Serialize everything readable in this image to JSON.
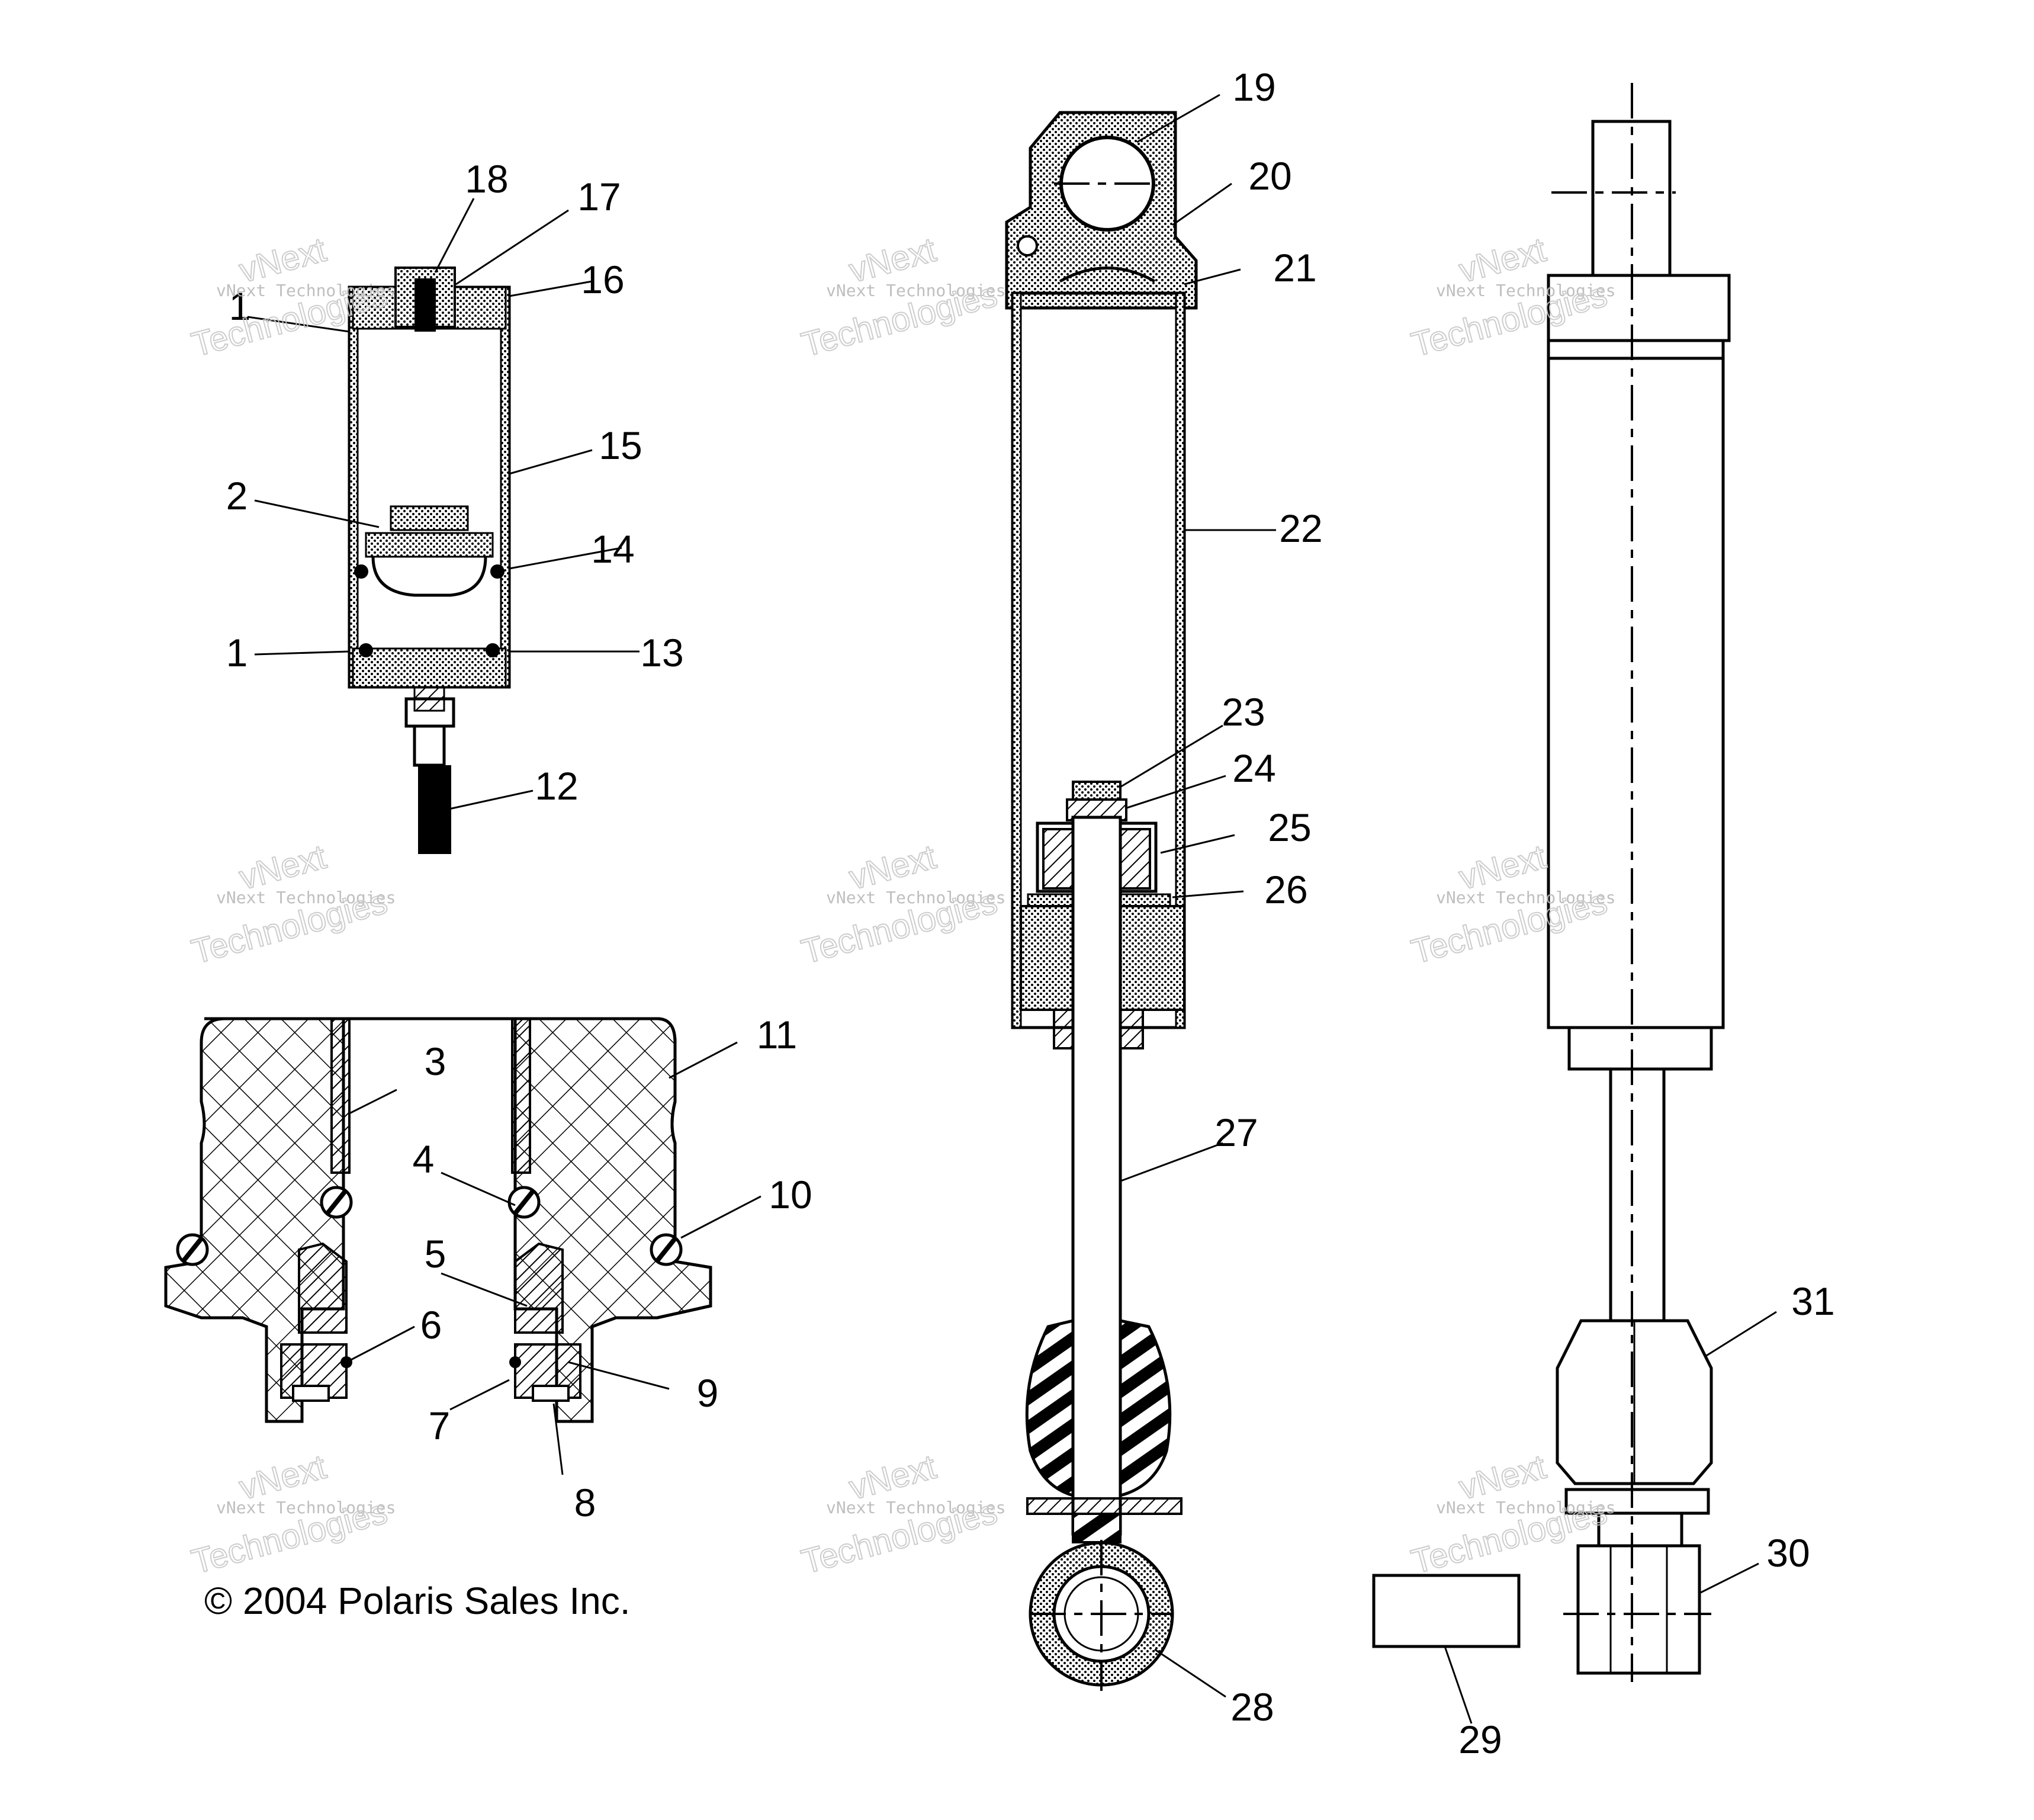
{
  "callouts": [
    "1",
    "2",
    "3",
    "4",
    "5",
    "6",
    "7",
    "8",
    "9",
    "10",
    "11",
    "12",
    "13",
    "14",
    "15",
    "16",
    "17",
    "18",
    "19",
    "20",
    "21",
    "22",
    "23",
    "24",
    "25",
    "26",
    "27",
    "28",
    "29",
    "30",
    "31"
  ],
  "watermark": {
    "small": "vNext Technologies",
    "big_line1": "vNext",
    "big_line2": "Technologies"
  },
  "copyright": "© 2004 Polaris Sales Inc."
}
